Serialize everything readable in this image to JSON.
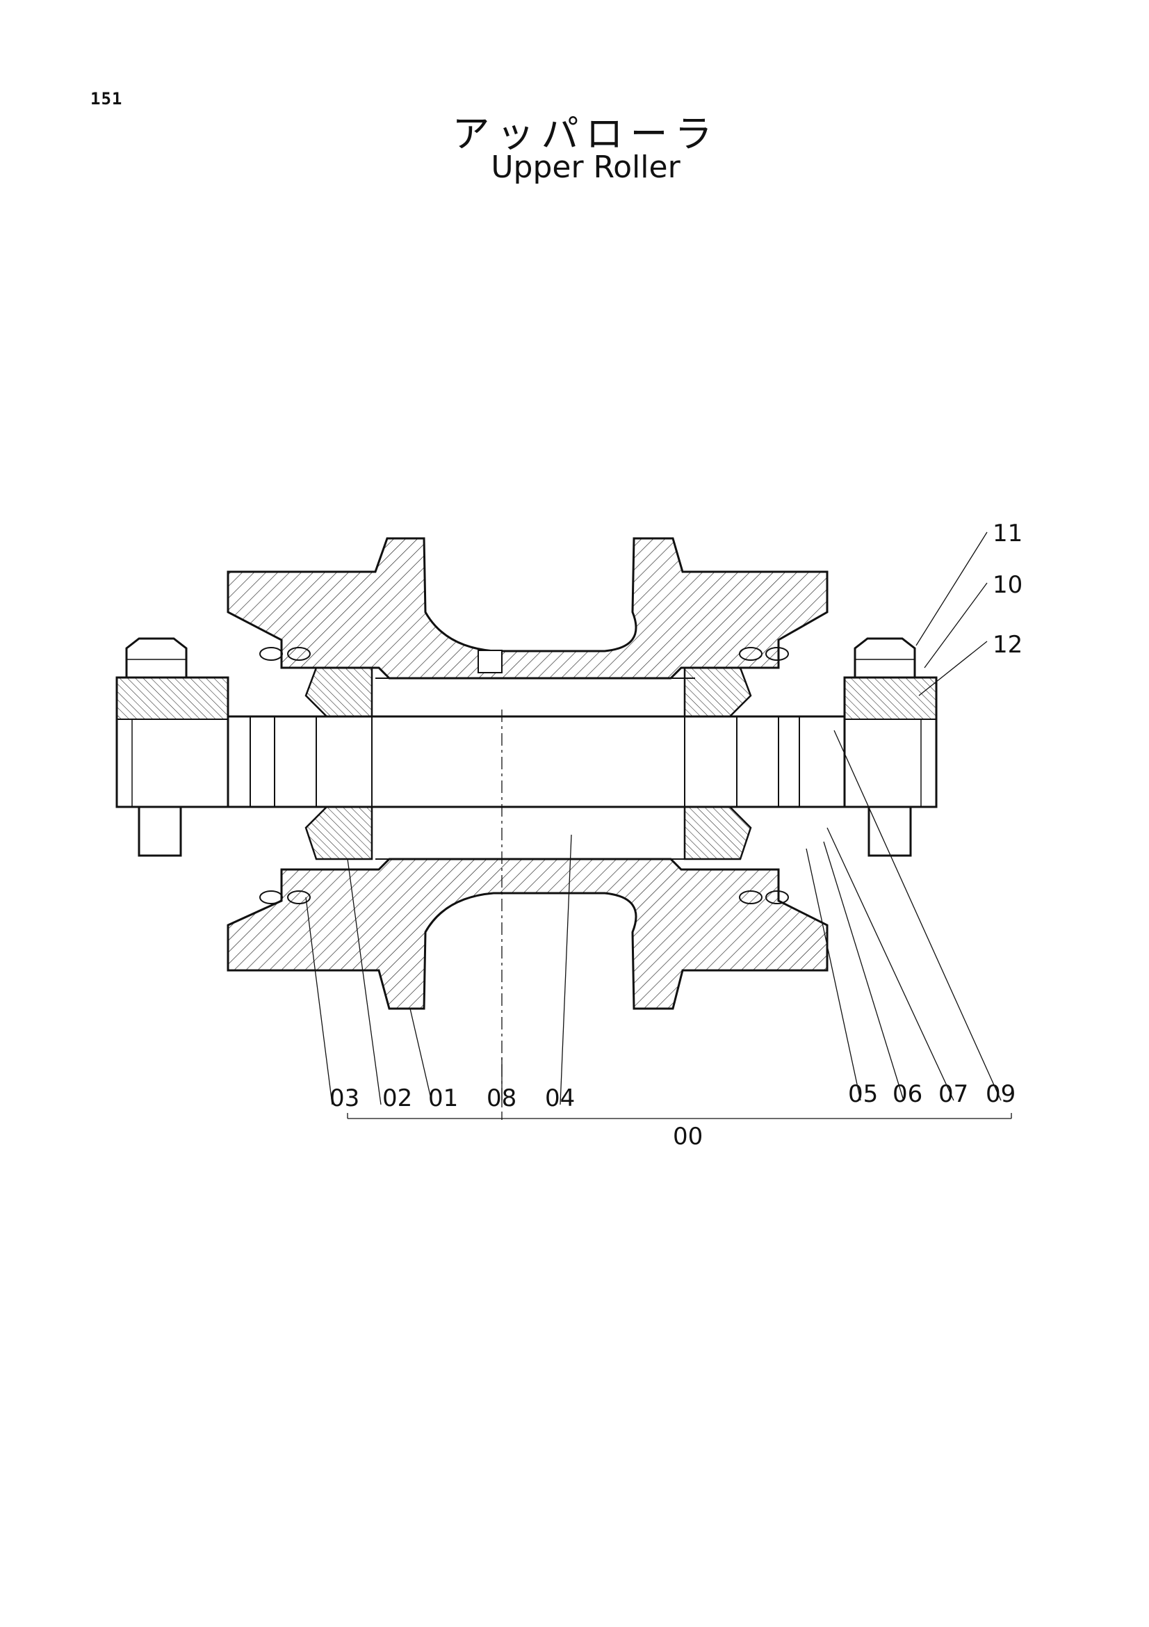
{
  "page_number": "151",
  "title_jp": "アッパローラ",
  "title_en": "Upper Roller",
  "callouts": {
    "p11": "11",
    "p10": "10",
    "p12": "12",
    "p03": "03",
    "p02": "02",
    "p01": "01",
    "p08": "08",
    "p04": "04",
    "p05": "05",
    "p06": "06",
    "p07": "07",
    "p09": "09",
    "p00": "00"
  }
}
